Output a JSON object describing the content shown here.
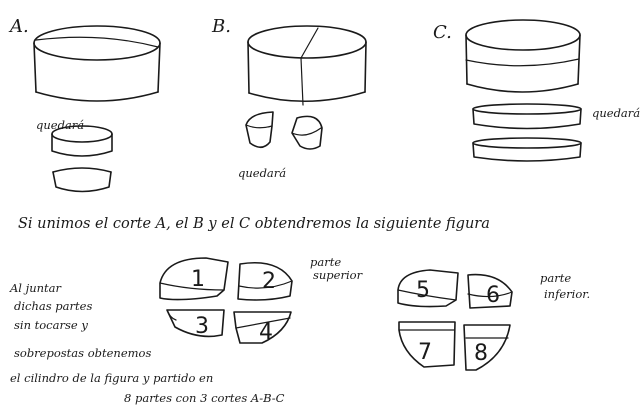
{
  "labels": {
    "a": "A.",
    "b": "B.",
    "c": "C.",
    "quedara_a": "quedará",
    "quedara_b": "quedará",
    "quedara_c": "quedará"
  },
  "sentence": "Si unimos el corte A, el B y el C obtendremos la siguiente figura",
  "parte_superior": [
    "parte",
    "superior"
  ],
  "parte_inferior": [
    "parte",
    "inferior."
  ],
  "explanation_lines": [
    "Al juntar",
    "dichas partes",
    "sin tocarse y",
    "sobrepostas obtenemos",
    "el cilindro de la figura y partido en",
    "8 partes con 3 cortes A-B-C"
  ],
  "piece_numbers": [
    "1",
    "2",
    "3",
    "4",
    "5",
    "6",
    "7",
    "8"
  ]
}
